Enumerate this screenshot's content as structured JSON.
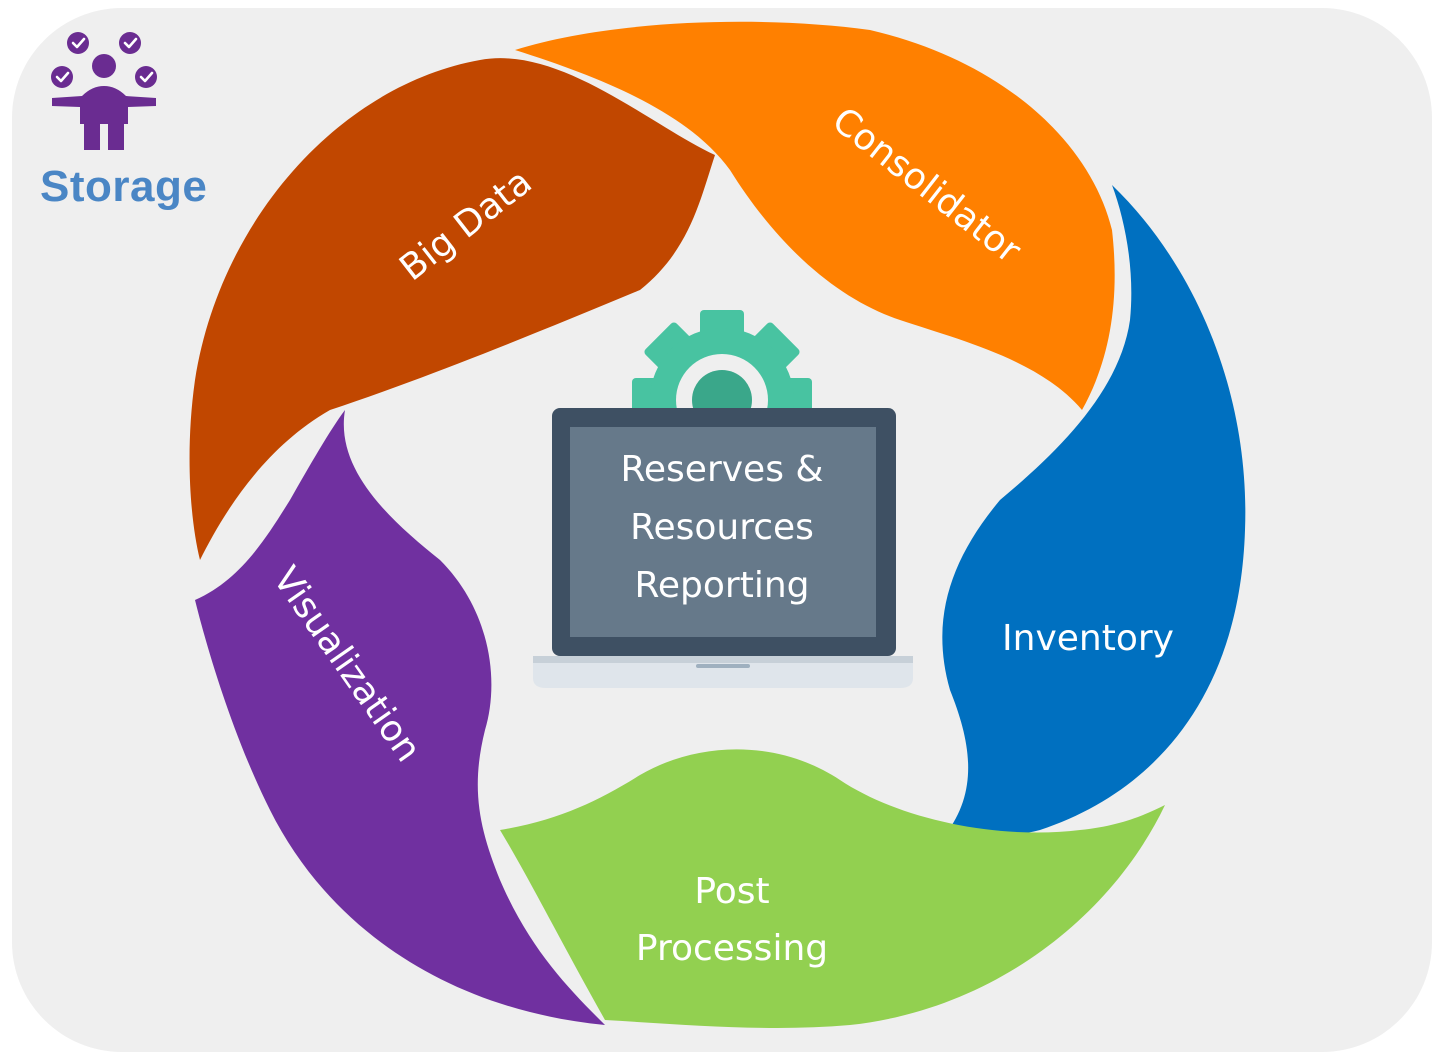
{
  "corner": {
    "label": "Storage",
    "icon": "person-juggling-checkmarks-icon",
    "color": "#4a86c5",
    "icon_color": "#6a2c91"
  },
  "center": {
    "icon": "laptop-gear-icon",
    "lines": [
      "Reserves &",
      "Resources",
      "Reporting"
    ]
  },
  "segments": [
    {
      "id": "big-data",
      "label": "Big Data",
      "color": "#c14700"
    },
    {
      "id": "consolidator",
      "label": "Consolidator",
      "color": "#ff8000"
    },
    {
      "id": "inventory",
      "label": "Inventory",
      "color": "#0070c0"
    },
    {
      "id": "post-processing",
      "lines": [
        "Post",
        "Processing"
      ],
      "color": "#92d050"
    },
    {
      "id": "visualization",
      "label": "Visualization",
      "color": "#7030a0"
    }
  ]
}
